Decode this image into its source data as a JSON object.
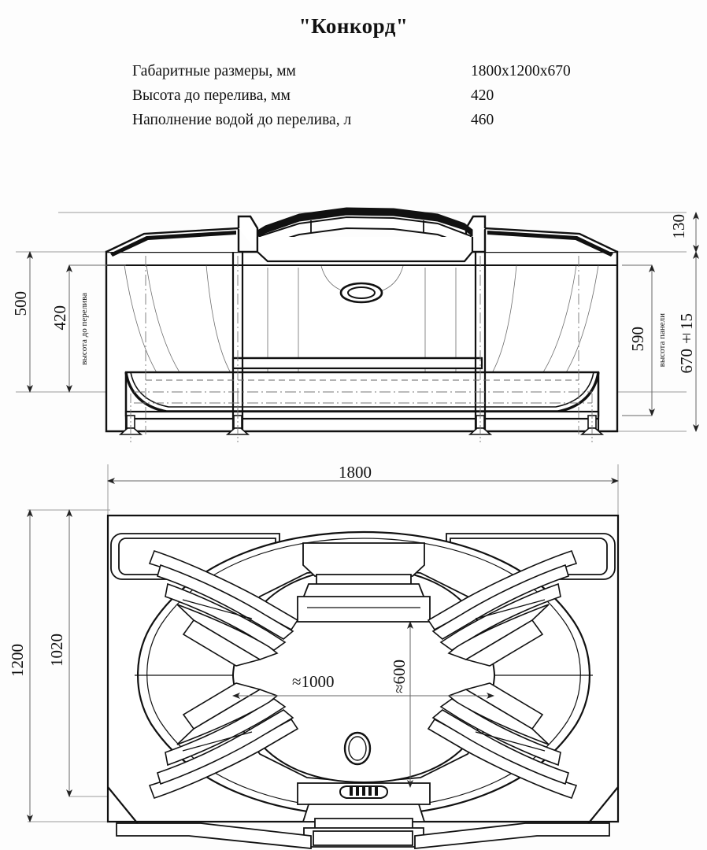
{
  "document": {
    "title": "\"Конкорд\"",
    "type": "technical-drawing",
    "product": "acrylic bathtub",
    "background_color": "#fdfdfd",
    "line_color": "#111111",
    "dim_line_color": "#8a8a8a"
  },
  "specs": {
    "rows": [
      {
        "label": "Габаритные размеры, мм",
        "value": "1800x1200x670"
      },
      {
        "label": "Высота до перелива, мм",
        "value": "420"
      },
      {
        "label": "Наполнение водой до перелива, л",
        "value": "460"
      }
    ]
  },
  "front_view": {
    "name": "front-elevation",
    "dimensions": {
      "left_outer": "500",
      "left_inner": "420",
      "left_inner_note": "высота до перелива",
      "right_top": "130",
      "right_inner": "590",
      "right_inner_note": "высота панели",
      "right_outer": "670±15"
    }
  },
  "top_view": {
    "name": "plan-view",
    "dimensions": {
      "top_width": "1800",
      "left_outer": "1200",
      "left_inner": "1020",
      "basin_width": "≈1000",
      "basin_depth": "≈600"
    }
  },
  "chart_data": {
    "type": "table",
    "title": "\"Конкорд\"",
    "categories": [
      "Габаритные размеры, мм",
      "Высота до перелива, мм",
      "Наполнение водой до перелива, л"
    ],
    "values": [
      "1800x1200x670",
      "420",
      "460"
    ],
    "annotations": [
      "500",
      "420",
      "высота до перелива",
      "130",
      "590",
      "высота панели",
      "670±15",
      "1800",
      "1200",
      "1020",
      "≈1000",
      "≈600"
    ]
  }
}
